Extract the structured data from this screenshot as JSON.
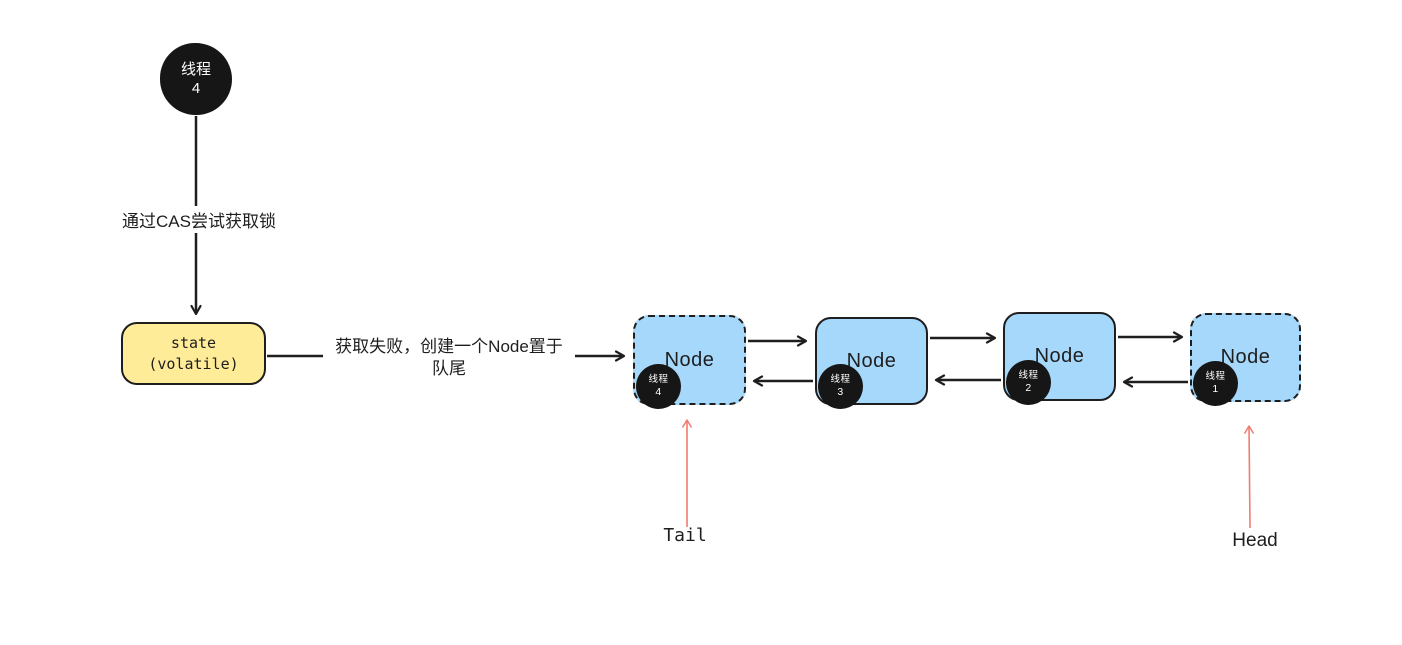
{
  "colors": {
    "ink": "#1e1e1e",
    "node_fill": "#a6d8fb",
    "state_fill": "#ffec99",
    "pointer_red": "#ee7c70",
    "badge_bg": "#161616",
    "badge_text": "#ffffff"
  },
  "source_thread": {
    "badge_line1": "线程",
    "badge_line2": "4"
  },
  "labels": {
    "cas_attempt": "通过CAS尝试获取锁",
    "enqueue_line1": "获取失败，创建一个Node置于",
    "enqueue_line2": "队尾",
    "tail": "Tail",
    "head": "Head"
  },
  "state_box": {
    "line1": "state",
    "line2": "(volatile)"
  },
  "queue": {
    "nodes": [
      {
        "label": "Node",
        "badge_line1": "线程",
        "badge_line2": "4",
        "border_style": "dashed",
        "role": "tail"
      },
      {
        "label": "Node",
        "badge_line1": "线程",
        "badge_line2": "3",
        "border_style": "solid",
        "role": ""
      },
      {
        "label": "Node",
        "badge_line1": "线程",
        "badge_line2": "2",
        "border_style": "solid",
        "role": ""
      },
      {
        "label": "Node",
        "badge_line1": "线程",
        "badge_line2": "1",
        "border_style": "dashed",
        "role": "head"
      }
    ]
  }
}
